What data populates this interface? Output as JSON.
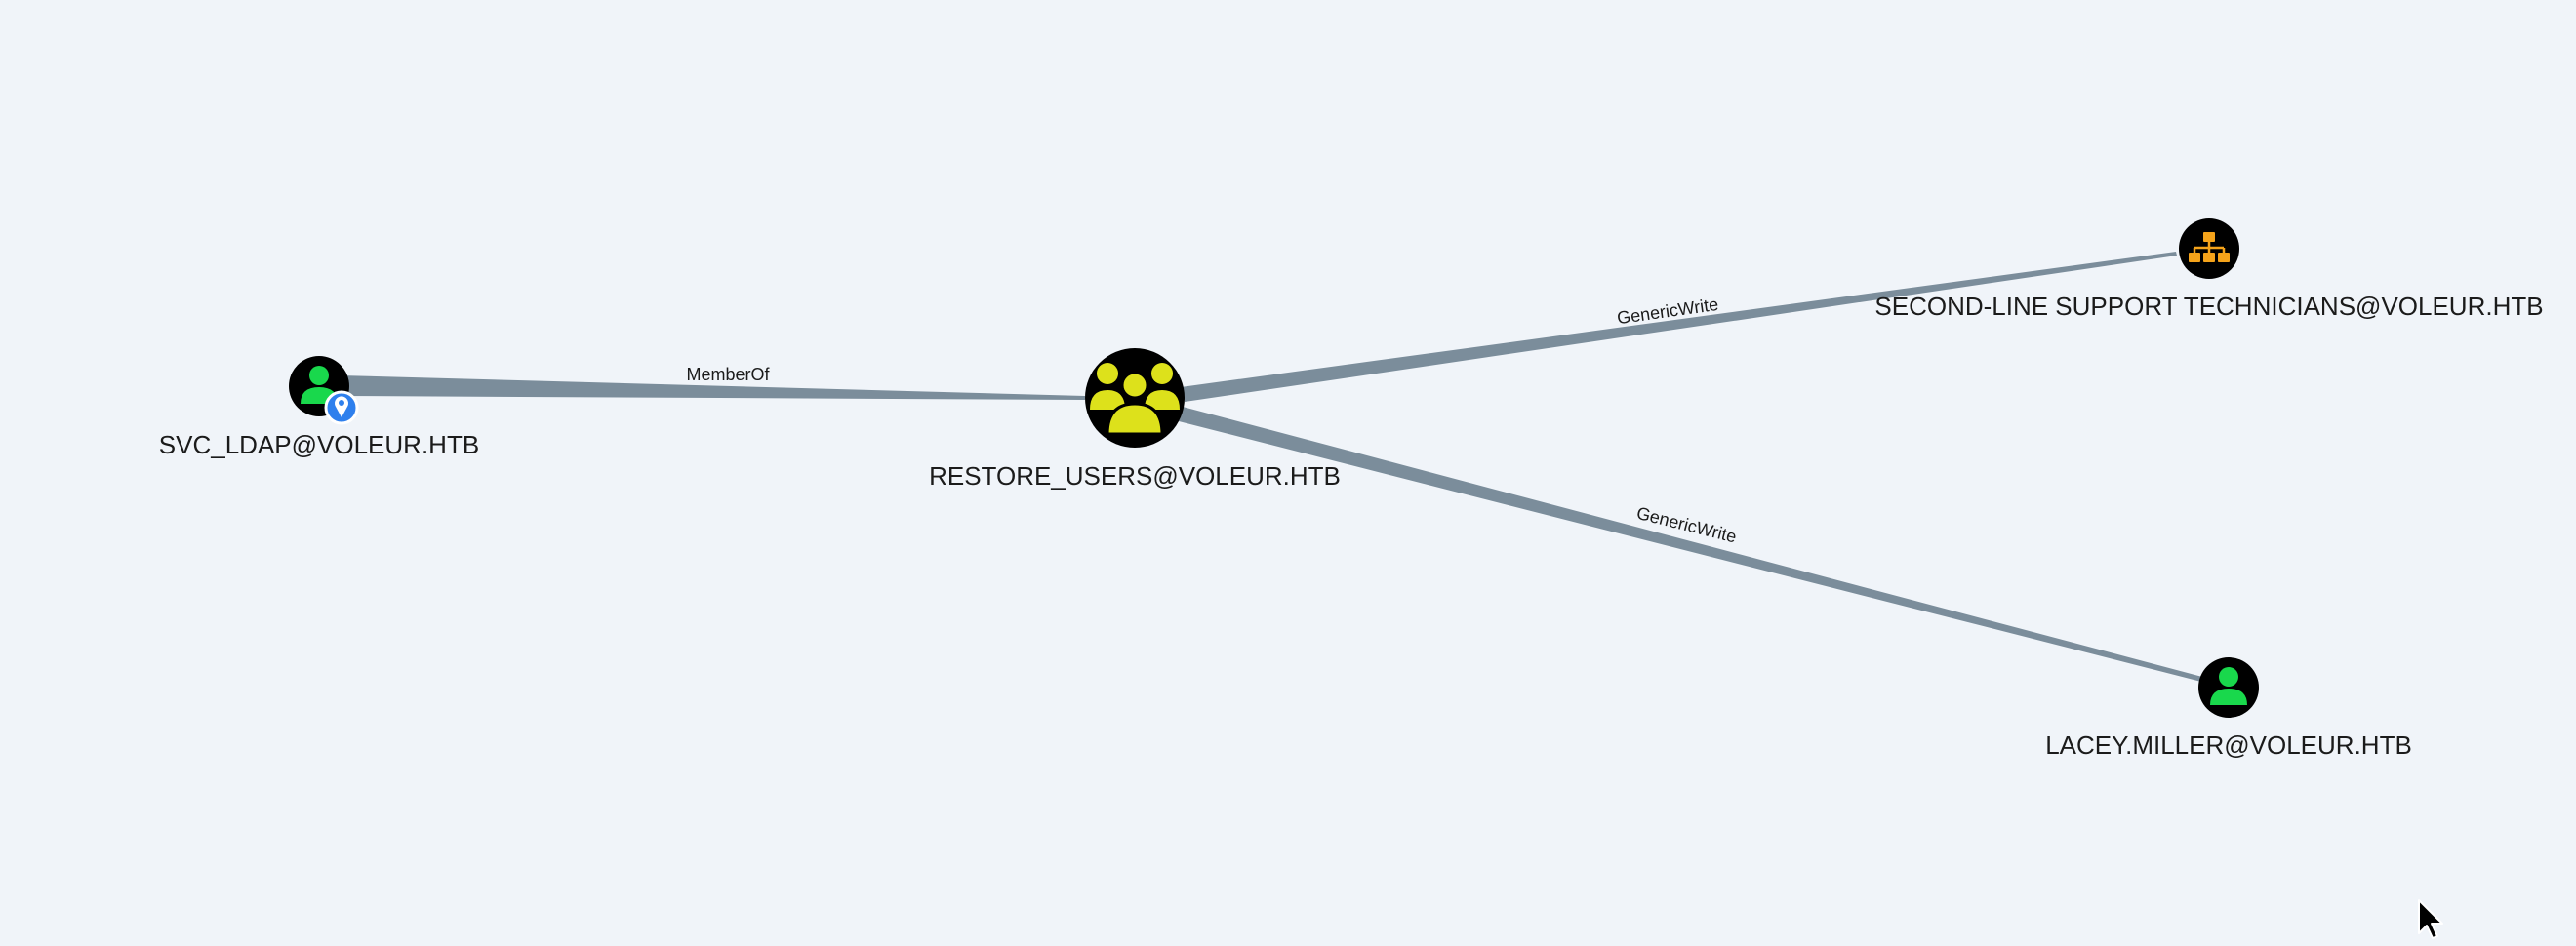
{
  "nodes": {
    "svc_ldap": {
      "label": "SVC_LDAP@VOLEUR.HTB",
      "type": "user",
      "icon": "user-icon",
      "badge": "owned-pin-icon",
      "color": "#19d84c"
    },
    "restore_users": {
      "label": "RESTORE_USERS@VOLEUR.HTB",
      "type": "group",
      "icon": "group-icon",
      "color": "#dde11b"
    },
    "second_line": {
      "label": "SECOND-LINE SUPPORT TECHNICIANS@VOLEUR.HTB",
      "type": "ou",
      "icon": "org-chart-icon",
      "color": "#f5a31a"
    },
    "lacey_miller": {
      "label": "LACEY.MILLER@VOLEUR.HTB",
      "type": "user",
      "icon": "user-icon",
      "color": "#19d84c"
    }
  },
  "edges": [
    {
      "from": "svc_ldap",
      "to": "restore_users",
      "label": "MemberOf"
    },
    {
      "from": "restore_users",
      "to": "second_line",
      "label": "GenericWrite"
    },
    {
      "from": "restore_users",
      "to": "lacey_miller",
      "label": "GenericWrite"
    }
  ],
  "colors": {
    "background": "#f0f4f9",
    "edge": "#7b8d9b",
    "node_fill": "#000000",
    "badge": "#2f80ed"
  }
}
